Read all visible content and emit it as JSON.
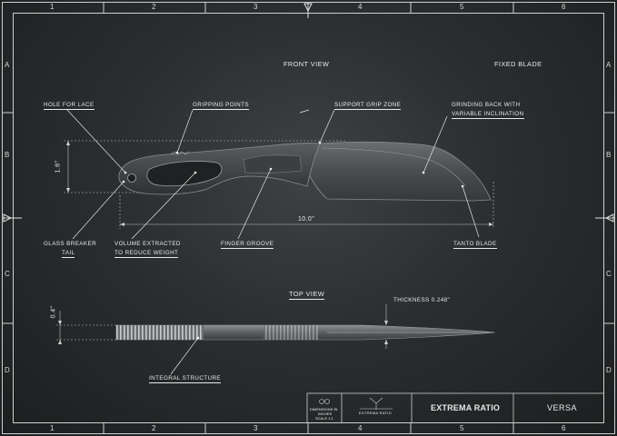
{
  "grid": {
    "columns": [
      "1",
      "2",
      "3",
      "4",
      "5",
      "6"
    ],
    "rows": [
      "A",
      "B",
      "C",
      "D"
    ]
  },
  "headings": {
    "front_view": "FRONT VIEW",
    "fixed_blade": "FIXED BLADE",
    "top_view": "TOP VIEW"
  },
  "callouts": {
    "hole_for_lace": "HOLE FOR LACE",
    "gripping_points": "GRIPPING POINTS",
    "support_grip_zone": "SUPPORT GRIP ZONE",
    "grinding_back_line1": "GRINDING BACK WITH",
    "grinding_back_line2": "VARIABLE INCLINATION",
    "glass_breaker_line1": "GLASS BREAKER",
    "glass_breaker_line2": "TAIL",
    "volume_line1": "VOLUME EXTRACTED",
    "volume_line2": "TO REDUCE WEIGHT",
    "finger_groove": "FINGER GROOVE",
    "tanto_blade": "TANTO BLADE",
    "thickness": "THICKNESS 0.248\"",
    "integral_structure": "INTEGRAL STRUCTURE"
  },
  "dimensions": {
    "height": "1.6\"",
    "length": "10.0\"",
    "top_thickness": "0.4\""
  },
  "title_block": {
    "dims_line1": "DIMENSIONS IN",
    "dims_line2": "INCHES",
    "dims_line3": "SCALE 1:1",
    "logo_text": "EXTREMA RATIO",
    "brand": "EXTREMA RATIO",
    "model": "VERSA"
  }
}
